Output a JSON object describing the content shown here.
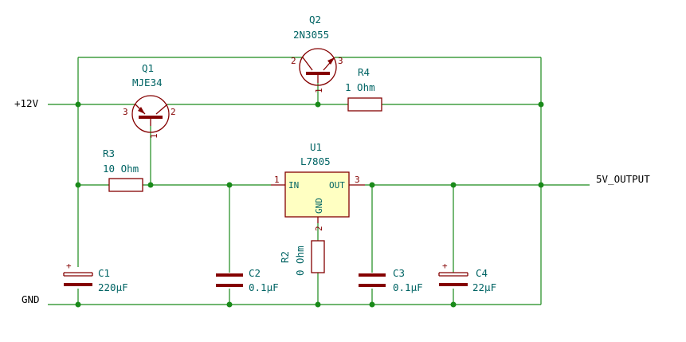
{
  "nets": {
    "vin": "+12V",
    "gnd": "GND",
    "vout": "5V_OUTPUT"
  },
  "components": {
    "q1": {
      "ref": "Q1",
      "value": "MJE34",
      "pins": [
        "1",
        "2",
        "3"
      ]
    },
    "q2": {
      "ref": "Q2",
      "value": "2N3055",
      "pins": [
        "1",
        "2",
        "3"
      ]
    },
    "r4": {
      "ref": "R4",
      "value": "1 Ohm"
    },
    "r3": {
      "ref": "R3",
      "value": "10 Ohm"
    },
    "u1": {
      "ref": "U1",
      "value": "L7805",
      "pin_in": "1",
      "pin_out": "3",
      "pin_gnd": "2",
      "name_in": "IN",
      "name_out": "OUT",
      "name_gnd": "GND"
    },
    "r2": {
      "ref": "R2",
      "value": "0 Ohm"
    },
    "c1": {
      "ref": "C1",
      "value": "220µF",
      "polarized": true
    },
    "c2": {
      "ref": "C2",
      "value": "0.1µF"
    },
    "c3": {
      "ref": "C3",
      "value": "0.1µF"
    },
    "c4": {
      "ref": "C4",
      "value": "22µF",
      "polarized": true
    },
    "plus": "+"
  },
  "colors": {
    "wire": "#1a8a1a",
    "component": "#840000",
    "text_ref": "#006464",
    "ic_fill": "#ffffc2"
  }
}
